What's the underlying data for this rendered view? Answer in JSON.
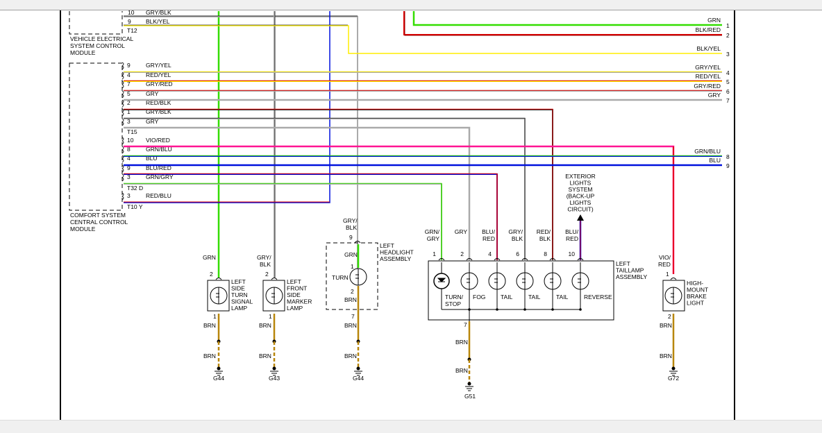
{
  "colors": {
    "GRN": "#33dd00",
    "GRY": "#aaaaaa",
    "BLK": "#333333",
    "YEL": "#ffee00",
    "RED": "#e00000",
    "BLU": "#0011dd",
    "VIO": "#ff00aa",
    "BRN": "#b8860b",
    "DARKRED": "#990000",
    "MAGENTA": "#ff1493"
  },
  "modules": {
    "vescm": {
      "label_lines": [
        "VEHICLE ELECTRICAL",
        "SYSTEM CONTROL",
        "MODULE"
      ],
      "connector": "T12",
      "pins": [
        {
          "pin": "10",
          "wire": "GRY/BLK"
        },
        {
          "pin": "9",
          "wire": "BLK/YEL"
        }
      ]
    },
    "cscm": {
      "label_lines": [
        "COMFORT SYSTEM",
        "CENTRAL CONTROL",
        "MODULE"
      ],
      "connectors": [
        {
          "name": "T15",
          "pins": [
            {
              "pin": "9",
              "wire": "GRY/YEL"
            },
            {
              "pin": "4",
              "wire": "RED/YEL"
            },
            {
              "pin": "7",
              "wire": "GRY/RED"
            },
            {
              "pin": "5",
              "wire": "GRY"
            },
            {
              "pin": "2",
              "wire": "RED/BLK"
            },
            {
              "pin": "1",
              "wire": "GRY/BLK"
            },
            {
              "pin": "3",
              "wire": "GRY"
            }
          ]
        },
        {
          "name": "T32 D",
          "pins": [
            {
              "pin": "10",
              "wire": "VIO/RED"
            },
            {
              "pin": "8",
              "wire": "GRN/BLU"
            },
            {
              "pin": "4",
              "wire": "BLU"
            },
            {
              "pin": "9",
              "wire": "BLU/RED"
            },
            {
              "pin": "3",
              "wire": "GRN/GRY"
            }
          ]
        },
        {
          "name": "T10 Y",
          "pins": [
            {
              "pin": "3",
              "wire": "RED/BLU"
            }
          ]
        }
      ]
    }
  },
  "right_terminals": [
    {
      "num": "1",
      "wire": "GRN"
    },
    {
      "num": "2",
      "wire": "BLK/RED"
    },
    {
      "num": "3",
      "wire": "BLK/YEL"
    },
    {
      "num": "4",
      "wire": "GRY/YEL"
    },
    {
      "num": "5",
      "wire": "RED/YEL"
    },
    {
      "num": "6",
      "wire": "GRY/RED"
    },
    {
      "num": "7",
      "wire": "GRY"
    },
    {
      "num": "8",
      "wire": "GRN/BLU"
    },
    {
      "num": "9",
      "wire": "BLU"
    }
  ],
  "components": {
    "left_turn_signal": {
      "label_lines": [
        "LEFT",
        "SIDE",
        "TURN",
        "SIGNAL",
        "LAMP"
      ],
      "wire_in": "GRN",
      "pin_in": "2",
      "pin_out": "1",
      "wire_out_1": "BRN",
      "wire_out_2": "BRN",
      "ground": "G44"
    },
    "left_front_marker": {
      "label_lines": [
        "LEFT",
        "FRONT",
        "SIDE",
        "MARKER",
        "LAMP"
      ],
      "wire_in_lines": [
        "GRY/",
        "BLK"
      ],
      "pin_in": "2",
      "pin_out": "1",
      "wire_out_1": "BRN",
      "wire_out_2": "BRN",
      "ground": "G43"
    },
    "left_headlight": {
      "label_lines": [
        "LEFT",
        "HEADLIGHT",
        "ASSEMBLY"
      ],
      "wire_in_lines": [
        "GRY/",
        "BLK"
      ],
      "pin_in": "9",
      "inner_wire": "GRN",
      "bulb_pin_in": "1",
      "bulb_label": "TURN",
      "bulb_pin_out": "2",
      "inner_wire_out": "BRN",
      "pin_out": "7",
      "wire_out_1": "BRN",
      "wire_out_2": "BRN",
      "ground": "G44"
    },
    "left_taillamp": {
      "label_lines": [
        "LEFT",
        "TAILLAMP",
        "ASSEMBLY"
      ],
      "bulbs": [
        {
          "pin": "1",
          "wire_lines": [
            "GRN/",
            "GRY"
          ],
          "label_lines": [
            "TURN/",
            "STOP"
          ],
          "type": "led"
        },
        {
          "pin": "2",
          "wire_lines": [
            "GRY"
          ],
          "label_lines": [
            "FOG"
          ],
          "type": "bulb"
        },
        {
          "pin": "4",
          "wire_lines": [
            "BLU/",
            "RED"
          ],
          "label_lines": [
            "TAIL"
          ],
          "type": "bulb"
        },
        {
          "pin": "6",
          "wire_lines": [
            "GRY/",
            "BLK"
          ],
          "label_lines": [
            "TAIL"
          ],
          "type": "bulb"
        },
        {
          "pin": "8",
          "wire_lines": [
            "RED/",
            "BLK"
          ],
          "label_lines": [
            "TAIL"
          ],
          "type": "bulb"
        },
        {
          "pin": "10",
          "wire_lines": [
            "BLU/",
            "RED"
          ],
          "label_lines": [
            "REVERSE"
          ],
          "type": "bulb"
        }
      ],
      "pin_out": "7",
      "wire_out_1": "BRN",
      "wire_out_2": "BRN",
      "ground": "G51"
    },
    "high_mount_brake": {
      "label_lines": [
        "HIGH-",
        "MOUNT",
        "BRAKE",
        "LIGHT"
      ],
      "wire_in_lines": [
        "VIO/",
        "RED"
      ],
      "pin_in": "1",
      "pin_out": "2",
      "wire_out_1": "BRN",
      "wire_out_2": "BRN",
      "ground": "G72"
    },
    "exterior_lights_ref": {
      "label_lines": [
        "EXTERIOR",
        "LIGHTS",
        "SYSTEM",
        "(BACK-UP",
        "LIGHTS",
        "CIRCUIT)"
      ]
    }
  }
}
